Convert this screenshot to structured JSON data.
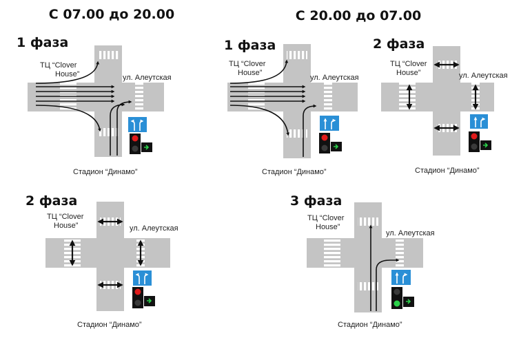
{
  "headings": {
    "day": "С 07.00 до 20.00",
    "night": "С 20.00 до 07.00"
  },
  "labels": {
    "mall_line1": "ТЦ “Clover",
    "mall_line2": "House”",
    "street": "ул. Алеутская",
    "stadium": "Стадион “Динамо”"
  },
  "colors": {
    "road": "#c4c4c4",
    "crosswalk": "#ffffff",
    "arrow": "#111111",
    "sign": "#2a8fd6",
    "light_red": "#e01b1b",
    "light_green": "#2bd14a",
    "light_off": "#3a3a3a",
    "turn_arrow": "#2bd14a"
  },
  "diagrams": [
    {
      "id": "day-phase-1",
      "phase": "1 фаза",
      "main_light": "red",
      "icons": [
        "straight-arrows-icon",
        "left-turn-arrow-icon",
        "right-turn-arrow-icon",
        "sign-left-right-icon",
        "green-right-arrow-icon"
      ]
    },
    {
      "id": "night-phase-1",
      "phase": "1 фаза",
      "main_light": "red",
      "icons": [
        "straight-arrows-icon",
        "left-turn-arrow-icon",
        "right-turn-arrow-icon",
        "sign-straight-right-icon",
        "green-right-arrow-icon"
      ]
    },
    {
      "id": "night-phase-2",
      "phase": "2 фаза",
      "main_light": "red",
      "icons": [
        "pedestrian-arrow-icon",
        "sign-straight-right-icon",
        "green-right-arrow-icon"
      ]
    },
    {
      "id": "day-phase-2",
      "phase": "2 фаза",
      "main_light": "red",
      "icons": [
        "pedestrian-arrow-icon",
        "sign-left-right-icon",
        "green-right-arrow-icon"
      ]
    },
    {
      "id": "night-phase-3",
      "phase": "3 фаза",
      "main_light": "green",
      "icons": [
        "straight-arrow-icon",
        "right-turn-arrow-icon",
        "sign-straight-right-icon",
        "green-right-arrow-icon"
      ]
    }
  ]
}
